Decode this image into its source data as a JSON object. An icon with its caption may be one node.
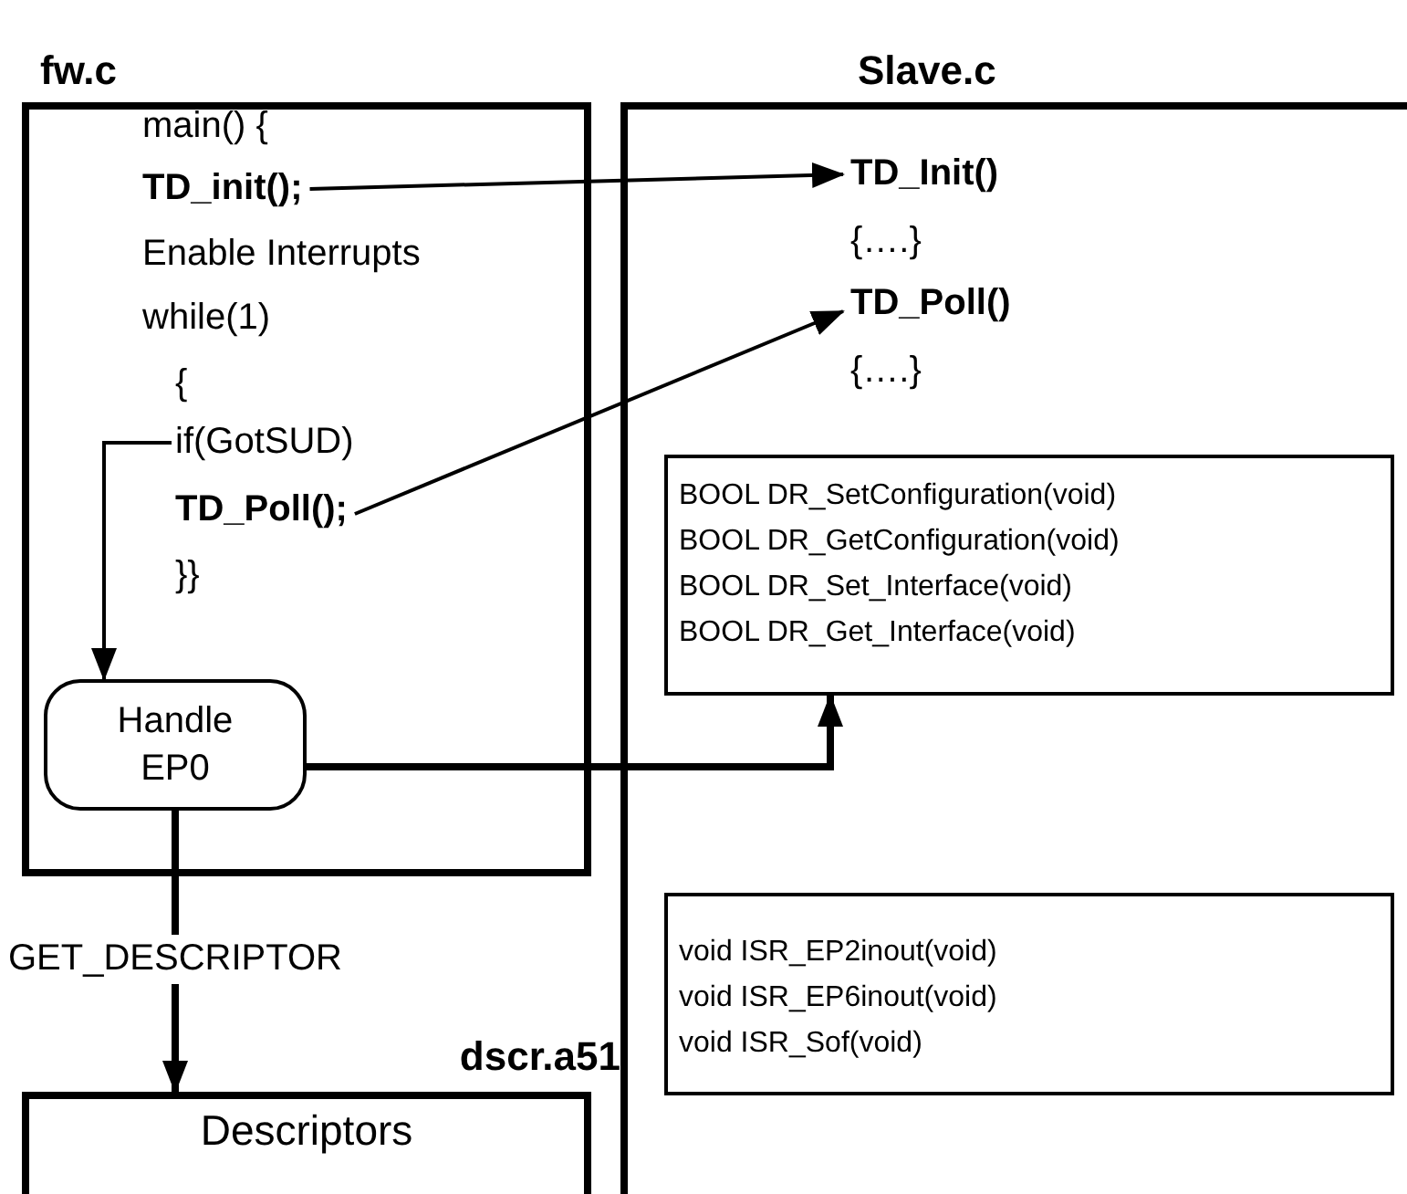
{
  "diagram": {
    "nodes": [
      {
        "text": [
          "fw.c"
        ]
      },
      {
        "text": [
          "TD_init();"
        ],
        "in": 0
      },
      {
        "text": [
          "if(GotSUD)"
        ],
        "in": 0
      },
      {
        "text": [
          "TD_Poll();"
        ],
        "in": 0
      },
      {
        "text": [
          "Handle EP0"
        ],
        "in": 0
      },
      {
        "text": [
          "Slave.c"
        ]
      },
      {
        "text": [
          "TD_Init()"
        ],
        "in": 5
      },
      {
        "text": [
          "TD_Poll()"
        ],
        "in": 5
      },
      {
        "text": [
          "BOOL DR_SetConfiguration(void)",
          "BOOL DR_GetConfiguration(void)",
          "BOOL DR_Set_Interface(void)",
          "BOOL DR_Get_Interface(void)"
        ],
        "in": 5
      },
      {
        "text": [
          "void ISR_EP2inout(void)",
          "void ISR_EP6inout(void)",
          "void ISR_Sof(void)"
        ],
        "in": 5
      },
      {
        "text": [
          "dscr.a51",
          "Descriptors"
        ]
      }
    ],
    "edges": [
      {
        "from": 1,
        "to": 6,
        "arrow": "to"
      },
      {
        "from": 3,
        "to": 7,
        "arrow": "to"
      },
      {
        "from": 2,
        "to": 4,
        "arrow": "to"
      },
      {
        "from": 4,
        "to": 8,
        "arrow": "to",
        "style": "thick"
      },
      {
        "from": 4,
        "to": 10,
        "arrow": "to",
        "style": "thick",
        "label": "GET_DESCRIPTOR"
      }
    ],
    "labels": [
      "main() {",
      "Enable Interrupts",
      "while(1)",
      "{",
      "{….}",
      "{….}",
      "}}"
    ]
  }
}
